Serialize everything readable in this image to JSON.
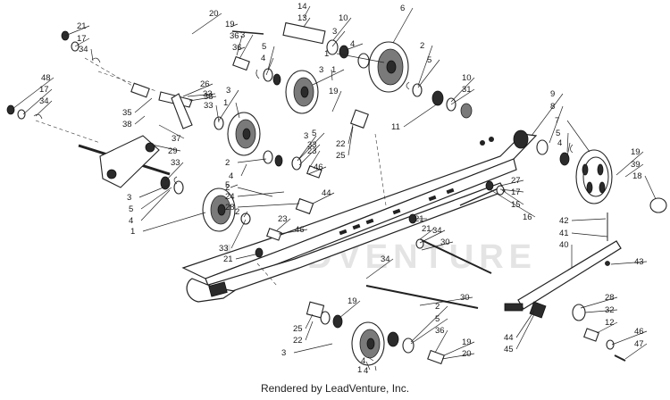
{
  "footer": "Rendered by LeadVenture, Inc.",
  "callouts": [
    "1",
    "1",
    "1",
    "1",
    "1",
    "2",
    "2",
    "2",
    "2",
    "2",
    "3",
    "3",
    "3",
    "3",
    "3",
    "3",
    "3",
    "4",
    "4",
    "4",
    "4",
    "4",
    "4",
    "4",
    "5",
    "5",
    "5",
    "5",
    "5",
    "5",
    "5",
    "6",
    "7",
    "8",
    "9",
    "10",
    "10",
    "11",
    "12",
    "13",
    "14",
    "15",
    "16",
    "17",
    "17",
    "17",
    "18",
    "19",
    "19",
    "19",
    "19",
    "19",
    "20",
    "20",
    "21",
    "21",
    "21",
    "21",
    "22",
    "22",
    "23",
    "23",
    "24",
    "25",
    "25",
    "26",
    "27",
    "28",
    "28",
    "29",
    "30",
    "30",
    "31",
    "32",
    "33",
    "33",
    "33",
    "33",
    "33",
    "34",
    "34",
    "34",
    "34",
    "35",
    "36",
    "36",
    "36",
    "37",
    "38",
    "38",
    "39",
    "40",
    "41",
    "42",
    "43",
    "44",
    "44",
    "45",
    "46",
    "46",
    "46",
    "47",
    "48"
  ]
}
